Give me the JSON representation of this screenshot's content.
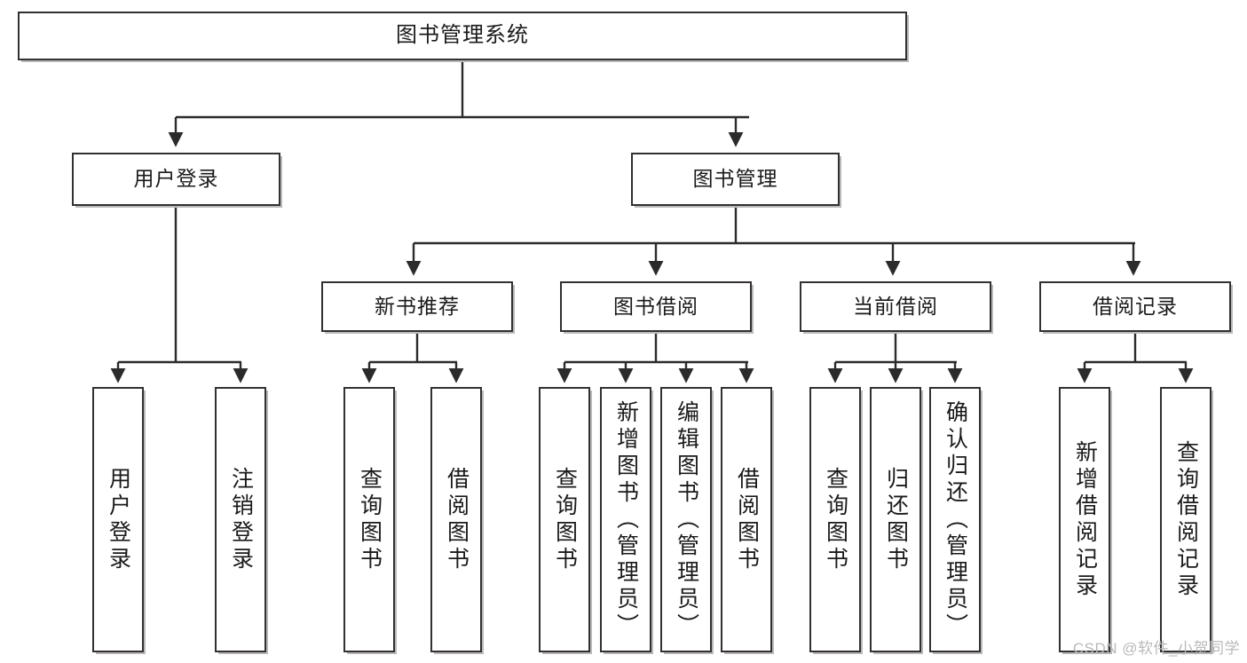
{
  "diagram": {
    "title": "图书管理系统",
    "type": "tree-hierarchy-diagram",
    "style": {
      "box_border_color": "#33302f",
      "box_fill_color": "#ffffff",
      "connector_color": "#2b2b2b",
      "background_color": "#ffffff",
      "text_color": "#1a1a1a",
      "watermark_color": "#b9b9b9"
    },
    "root": {
      "label": "图书管理系统"
    },
    "level2": [
      {
        "label": "用户登录"
      },
      {
        "label": "图书管理"
      }
    ],
    "level3": [
      {
        "label": "新书推荐"
      },
      {
        "label": "图书借阅"
      },
      {
        "label": "当前借阅"
      },
      {
        "label": "借阅记录"
      }
    ],
    "leaves": {
      "user_login": [
        {
          "label": "用户登录"
        },
        {
          "label": "注销登录"
        }
      ],
      "new_book_recommend": [
        {
          "label": "查询图书"
        },
        {
          "label": "借阅图书"
        }
      ],
      "book_borrow": [
        {
          "label": "查询图书"
        },
        {
          "label": "新增图书（管理员）"
        },
        {
          "label": "编辑图书（管理员）"
        },
        {
          "label": "借阅图书"
        }
      ],
      "current_borrow": [
        {
          "label": "查询图书"
        },
        {
          "label": "归还图书"
        },
        {
          "label": "确认归还（管理员）"
        }
      ],
      "borrow_record": [
        {
          "label": "新增借阅记录"
        },
        {
          "label": "查询借阅记录"
        }
      ]
    }
  },
  "watermark": {
    "text": "CSDN @软件_小贺同学"
  }
}
